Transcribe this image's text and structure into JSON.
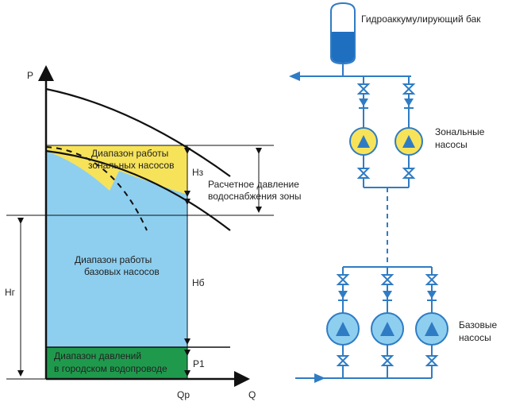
{
  "chart": {
    "axis_p": "P",
    "axis_q": "Q",
    "tick_qp": "Qp",
    "zone_pumps_range": [
      "Диапазон работы",
      "зональных насосов"
    ],
    "base_pumps_range": [
      "Диапазон работы",
      "базовых насосов"
    ],
    "city_pressure_range": [
      "Диапазон давлений",
      "в городском водопроводе"
    ],
    "design_pressure": [
      "Расчетное давление",
      "водоснабжения зоны"
    ],
    "dim_hz": "Нз",
    "dim_hb": "Нб",
    "dim_hg": "Нг",
    "dim_p1": "Р1"
  },
  "scheme": {
    "tank_label": "Гидроаккумулирующий бак",
    "zone_pumps_label": [
      "Зональные",
      "насосы"
    ],
    "base_pumps_label": [
      "Базовые",
      "насосы"
    ]
  },
  "colors": {
    "base_range": "#8ecff0",
    "zone_range": "#f7e35a",
    "city_range": "#1f9a4d",
    "pipe": "#2f7cc4",
    "pump_base": "#8ecff0",
    "pump_zone": "#f7e35a",
    "tank_water": "#1f6fc0"
  }
}
